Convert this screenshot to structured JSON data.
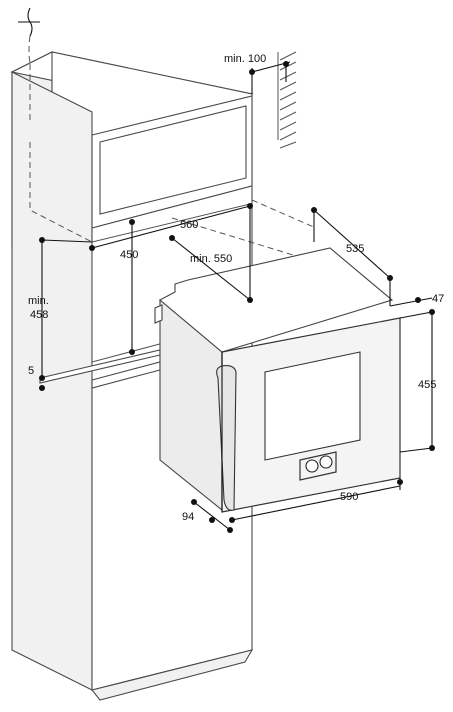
{
  "dimensions": {
    "min_100": "min. 100",
    "d560": "560",
    "d450": "450",
    "min_550": "min. 550",
    "d535": "535",
    "min_458_line1": "min.",
    "min_458_line2": "458",
    "d5": "5",
    "d47": "47",
    "d455": "455",
    "d590": "590",
    "d94": "94"
  },
  "icons": {
    "height_mark_icon": "height-mark-icon",
    "wall_hatch_icon": "wall-hatch-icon"
  },
  "colors": {
    "line": "#444444",
    "dimension": "#111111",
    "side_fill": "#f1f1f1"
  }
}
